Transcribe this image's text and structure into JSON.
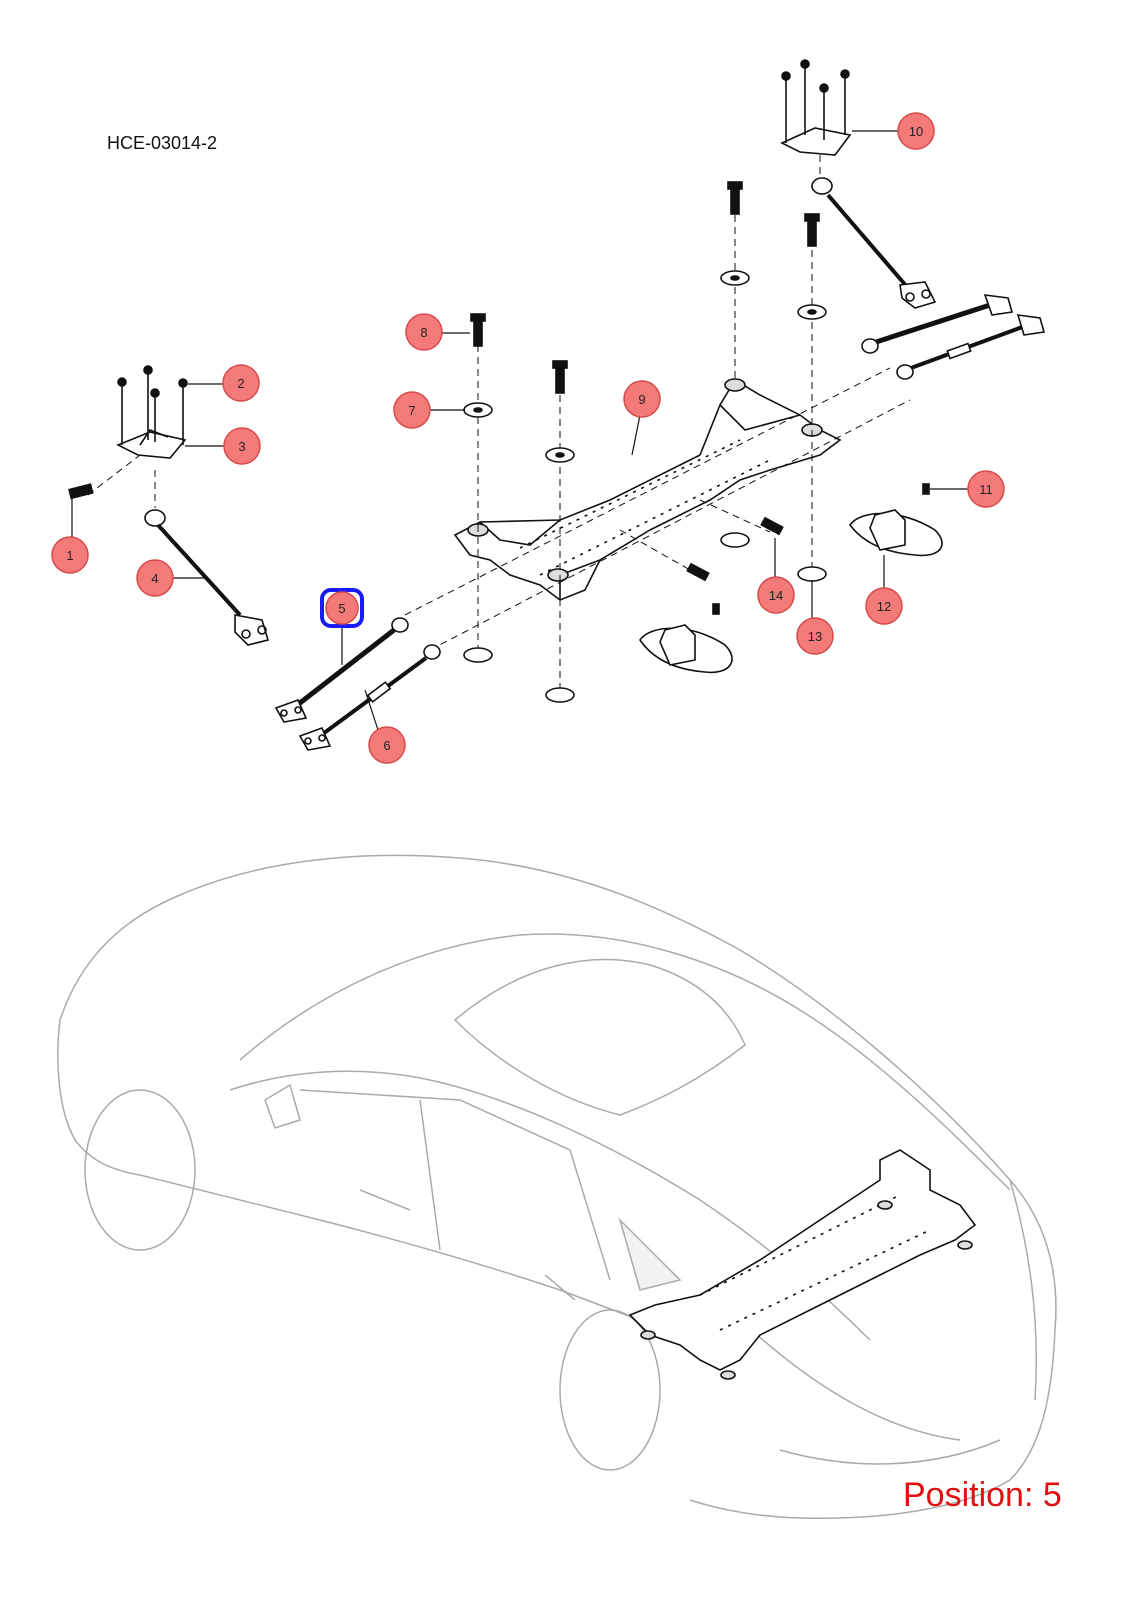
{
  "diagram_code": "HCE-03014-2",
  "position_label": "Position: 5",
  "selected_callout": "5",
  "colors": {
    "callout_fill": "#f47a7a",
    "callout_stroke": "#d84a4a",
    "selected_outline": "#1a1aff",
    "position_text": "#e01010"
  },
  "callouts": [
    {
      "id": "1",
      "label": "1"
    },
    {
      "id": "2",
      "label": "2"
    },
    {
      "id": "3",
      "label": "3"
    },
    {
      "id": "4",
      "label": "4"
    },
    {
      "id": "5",
      "label": "5"
    },
    {
      "id": "6",
      "label": "6"
    },
    {
      "id": "7",
      "label": "7"
    },
    {
      "id": "8",
      "label": "8"
    },
    {
      "id": "9",
      "label": "9"
    },
    {
      "id": "10",
      "label": "10"
    },
    {
      "id": "11",
      "label": "11"
    },
    {
      "id": "12",
      "label": "12"
    },
    {
      "id": "13",
      "label": "13"
    },
    {
      "id": "14",
      "label": "14"
    }
  ]
}
